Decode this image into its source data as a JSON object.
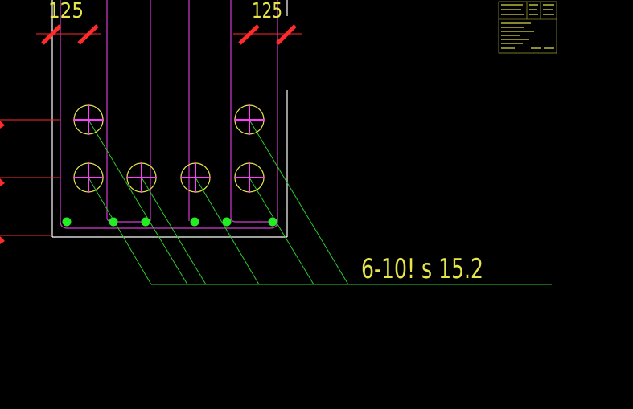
{
  "drawing": {
    "colors": {
      "background": "#000000",
      "section_outline": "#ffffff",
      "rebar_stirrup": "#d23cd2",
      "tendon_circle": "#e6e64a",
      "tendon_cross": "#ff3cff",
      "leader": "#2ecc2e",
      "small_bar": "#22ee22",
      "dimension": "#ff2a2a",
      "annotation_text": "#e6e64a"
    },
    "top_dimensions": {
      "left_label": "125",
      "right_label": "125"
    },
    "tendon_callout": {
      "label": "6-10! s 15.2"
    },
    "legend_block": {
      "title": "",
      "lines": 10
    }
  }
}
